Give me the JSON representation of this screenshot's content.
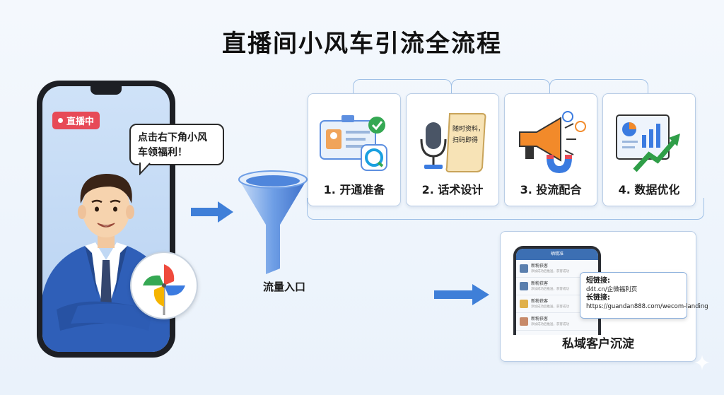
{
  "title": "直播间小风车引流全流程",
  "live": {
    "badge": "直播中",
    "speech": "点击右下角小风车领福利！"
  },
  "funnel": {
    "label": "流量入口"
  },
  "steps": [
    {
      "label": "1. 开通准备",
      "icon": "id-card-chat-icon"
    },
    {
      "label": "2. 话术设计",
      "icon": "microphone-script-icon",
      "scroll_text": [
        "随时资料，",
        "扫码即得"
      ]
    },
    {
      "label": "3. 投流配合",
      "icon": "megaphone-magnet-icon"
    },
    {
      "label": "4. 数据优化",
      "icon": "chart-growth-icon"
    }
  ],
  "destination": {
    "label": "私域客户沉淀",
    "phone_header": "晒精准",
    "phone_rows": [
      {
        "title": "新粉获客",
        "sub": "添加成功后推送，获客成功"
      },
      {
        "title": "新粉获客",
        "sub": "添加成功后推送，获客成功"
      },
      {
        "title": "新粉获客",
        "sub": "添加成功后推送，获客成功"
      },
      {
        "title": "新粉获客",
        "sub": "添加成功后推送，获客成功"
      }
    ],
    "short_link_label": "短链接:",
    "short_link": "d4t.cn/企微福利页",
    "long_link_label": "长链接:",
    "long_link": "https://guandan888.com/wecom-landing"
  },
  "colors": {
    "accent_blue": "#3f7fd8",
    "live_red": "#e74a57",
    "frame_border": "#9fc0e6",
    "funnel_blue": "#5d8fe0"
  }
}
